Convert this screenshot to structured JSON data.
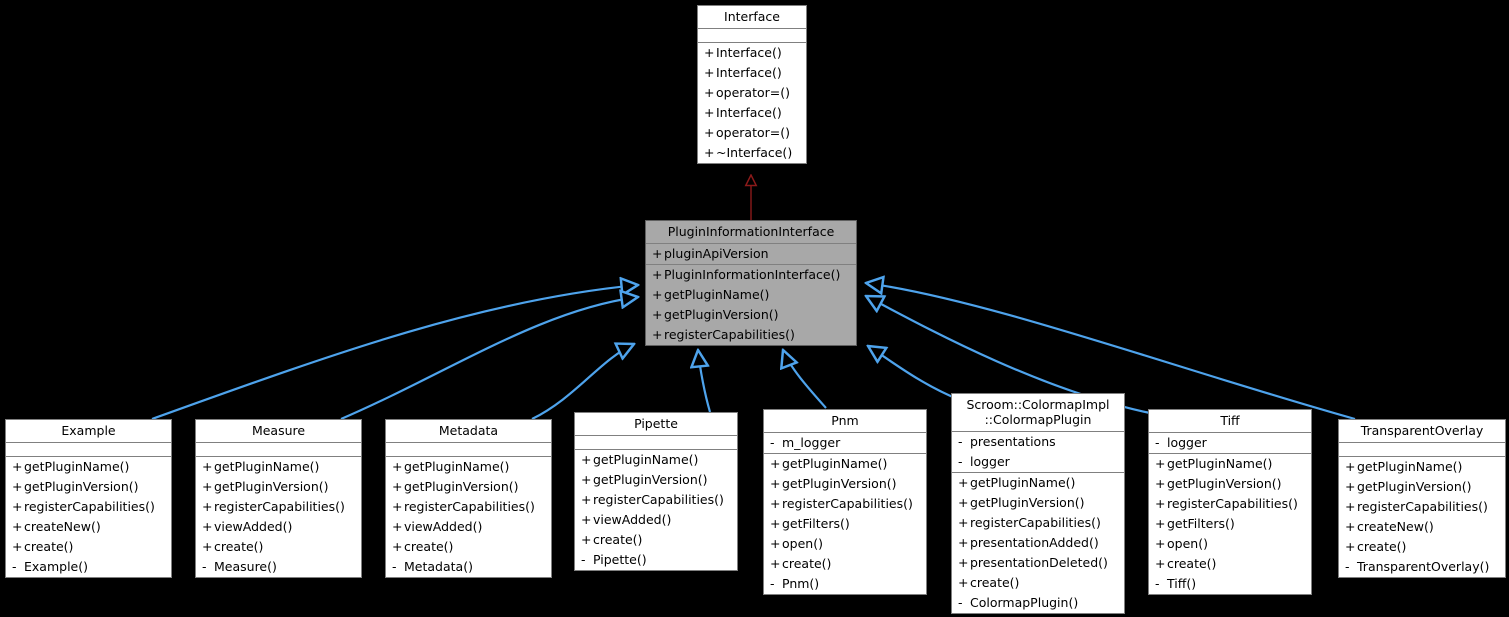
{
  "diagram": {
    "kind": "uml-class-inheritance-diagram",
    "background_color": "#000000",
    "node_fill": "#ffffff",
    "node_border": "#808080",
    "highlight_fill": "#a8a8a8",
    "base_edge_color": "#8b1a1a",
    "derived_edge_color": "#4ea3ec",
    "text_color": "#000000"
  },
  "nodes": {
    "interface": {
      "title": "Interface",
      "attributes": [],
      "methods": [
        {
          "visibility": "+",
          "name": "Interface()"
        },
        {
          "visibility": "+",
          "name": "Interface()"
        },
        {
          "visibility": "+",
          "name": "operator=()"
        },
        {
          "visibility": "+",
          "name": "Interface()"
        },
        {
          "visibility": "+",
          "name": "operator=()"
        },
        {
          "visibility": "+",
          "name": "~Interface()"
        }
      ]
    },
    "plugin_information_interface": {
      "title": "PluginInformationInterface",
      "highlighted": true,
      "attributes": [
        {
          "visibility": "+",
          "name": "pluginApiVersion"
        }
      ],
      "methods": [
        {
          "visibility": "+",
          "name": "PluginInformationInterface()"
        },
        {
          "visibility": "+",
          "name": "getPluginName()"
        },
        {
          "visibility": "+",
          "name": "getPluginVersion()"
        },
        {
          "visibility": "+",
          "name": "registerCapabilities()"
        }
      ]
    },
    "example": {
      "title": "Example",
      "attributes": [],
      "methods": [
        {
          "visibility": "+",
          "name": "getPluginName()"
        },
        {
          "visibility": "+",
          "name": "getPluginVersion()"
        },
        {
          "visibility": "+",
          "name": "registerCapabilities()"
        },
        {
          "visibility": "+",
          "name": "createNew()"
        },
        {
          "visibility": "+",
          "name": "create()"
        },
        {
          "visibility": "-",
          "name": "Example()"
        }
      ]
    },
    "measure": {
      "title": "Measure",
      "attributes": [],
      "methods": [
        {
          "visibility": "+",
          "name": "getPluginName()"
        },
        {
          "visibility": "+",
          "name": "getPluginVersion()"
        },
        {
          "visibility": "+",
          "name": "registerCapabilities()"
        },
        {
          "visibility": "+",
          "name": "viewAdded()"
        },
        {
          "visibility": "+",
          "name": "create()"
        },
        {
          "visibility": "-",
          "name": "Measure()"
        }
      ]
    },
    "metadata": {
      "title": "Metadata",
      "attributes": [],
      "methods": [
        {
          "visibility": "+",
          "name": "getPluginName()"
        },
        {
          "visibility": "+",
          "name": "getPluginVersion()"
        },
        {
          "visibility": "+",
          "name": "registerCapabilities()"
        },
        {
          "visibility": "+",
          "name": "viewAdded()"
        },
        {
          "visibility": "+",
          "name": "create()"
        },
        {
          "visibility": "-",
          "name": "Metadata()"
        }
      ]
    },
    "pipette": {
      "title": "Pipette",
      "attributes": [],
      "methods": [
        {
          "visibility": "+",
          "name": "getPluginName()"
        },
        {
          "visibility": "+",
          "name": "getPluginVersion()"
        },
        {
          "visibility": "+",
          "name": "registerCapabilities()"
        },
        {
          "visibility": "+",
          "name": "viewAdded()"
        },
        {
          "visibility": "+",
          "name": "create()"
        },
        {
          "visibility": "-",
          "name": "Pipette()"
        }
      ]
    },
    "pnm": {
      "title": "Pnm",
      "attributes": [
        {
          "visibility": "-",
          "name": "m_logger"
        }
      ],
      "methods": [
        {
          "visibility": "+",
          "name": "getPluginName()"
        },
        {
          "visibility": "+",
          "name": "getPluginVersion()"
        },
        {
          "visibility": "+",
          "name": "registerCapabilities()"
        },
        {
          "visibility": "+",
          "name": "getFilters()"
        },
        {
          "visibility": "+",
          "name": "open()"
        },
        {
          "visibility": "+",
          "name": "create()"
        },
        {
          "visibility": "-",
          "name": "Pnm()"
        }
      ]
    },
    "colormap_plugin": {
      "title": "Scroom::ColormapImpl\n::ColormapPlugin",
      "attributes": [
        {
          "visibility": "-",
          "name": "presentations"
        },
        {
          "visibility": "-",
          "name": "logger"
        }
      ],
      "methods": [
        {
          "visibility": "+",
          "name": "getPluginName()"
        },
        {
          "visibility": "+",
          "name": "getPluginVersion()"
        },
        {
          "visibility": "+",
          "name": "registerCapabilities()"
        },
        {
          "visibility": "+",
          "name": "presentationAdded()"
        },
        {
          "visibility": "+",
          "name": "presentationDeleted()"
        },
        {
          "visibility": "+",
          "name": "create()"
        },
        {
          "visibility": "-",
          "name": "ColormapPlugin()"
        }
      ]
    },
    "tiff": {
      "title": "Tiff",
      "attributes": [
        {
          "visibility": "-",
          "name": "logger"
        }
      ],
      "methods": [
        {
          "visibility": "+",
          "name": "getPluginName()"
        },
        {
          "visibility": "+",
          "name": "getPluginVersion()"
        },
        {
          "visibility": "+",
          "name": "registerCapabilities()"
        },
        {
          "visibility": "+",
          "name": "getFilters()"
        },
        {
          "visibility": "+",
          "name": "open()"
        },
        {
          "visibility": "+",
          "name": "create()"
        },
        {
          "visibility": "-",
          "name": "Tiff()"
        }
      ]
    },
    "transparent_overlay": {
      "title": "TransparentOverlay",
      "attributes": [],
      "methods": [
        {
          "visibility": "+",
          "name": "getPluginName()"
        },
        {
          "visibility": "+",
          "name": "getPluginVersion()"
        },
        {
          "visibility": "+",
          "name": "registerCapabilities()"
        },
        {
          "visibility": "+",
          "name": "createNew()"
        },
        {
          "visibility": "+",
          "name": "create()"
        },
        {
          "visibility": "-",
          "name": "TransparentOverlay()"
        }
      ]
    }
  }
}
